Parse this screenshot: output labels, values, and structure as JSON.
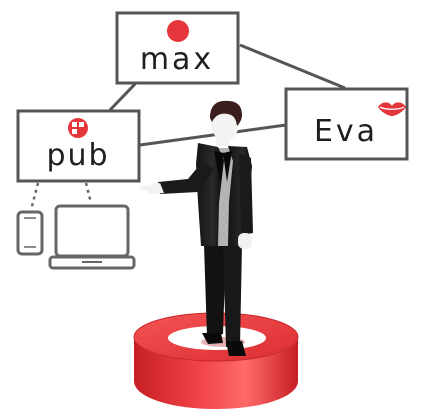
{
  "diagram": {
    "boxes": {
      "max": {
        "label": "max"
      },
      "pub": {
        "label": "pub"
      },
      "eva": {
        "label": "Eva"
      }
    },
    "colors": {
      "accent": "#e5363c",
      "accent_dark": "#b91f24",
      "box_border": "#555555",
      "device_border": "#666666",
      "text": "#1f1f1f"
    }
  }
}
